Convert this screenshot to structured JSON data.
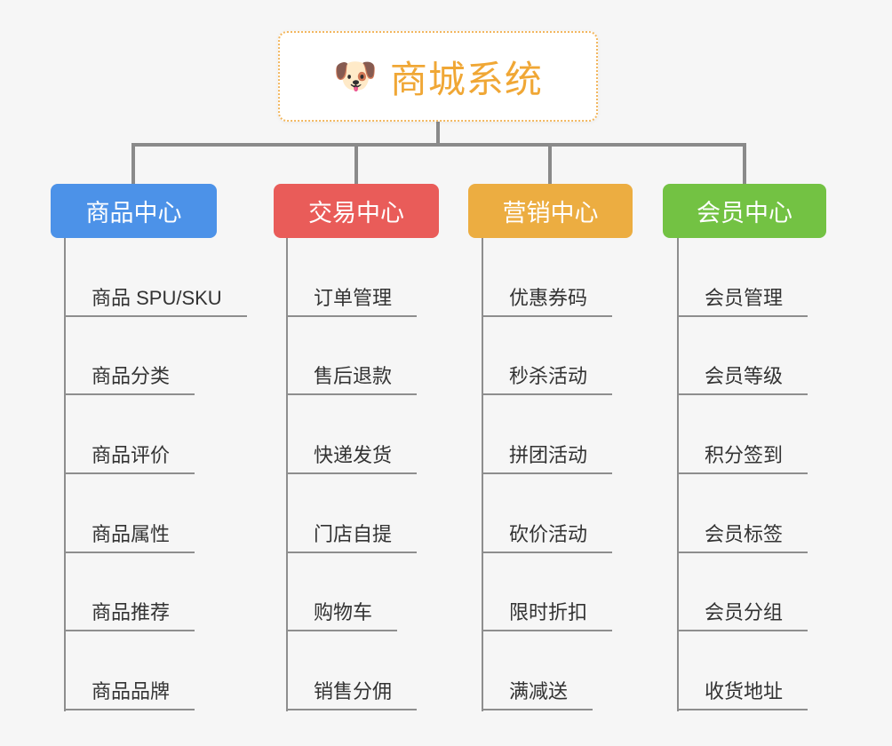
{
  "root": {
    "emoji": "🐶",
    "label": "商城系统",
    "text_color": "#F0A735",
    "border_color": "#F2B75F",
    "background": "#FFFFFF"
  },
  "connector_color": "#8A8A8A",
  "leaf_line_color": "#8E8E8E",
  "branches": [
    {
      "label": "商品中心",
      "color": "#4C92E8",
      "children": [
        "商品 SPU/SKU",
        "商品分类",
        "商品评价",
        "商品属性",
        "商品推荐",
        "商品品牌"
      ]
    },
    {
      "label": "交易中心",
      "color": "#E95C59",
      "children": [
        "订单管理",
        "售后退款",
        "快递发货",
        "门店自提",
        "购物车",
        "销售分佣"
      ]
    },
    {
      "label": "营销中心",
      "color": "#ECAD41",
      "children": [
        "优惠券码",
        "秒杀活动",
        "拼团活动",
        "砍价活动",
        "限时折扣",
        "满减送"
      ]
    },
    {
      "label": "会员中心",
      "color": "#73C243",
      "children": [
        "会员管理",
        "会员等级",
        "积分签到",
        "会员标签",
        "会员分组",
        "收货地址"
      ]
    }
  ]
}
